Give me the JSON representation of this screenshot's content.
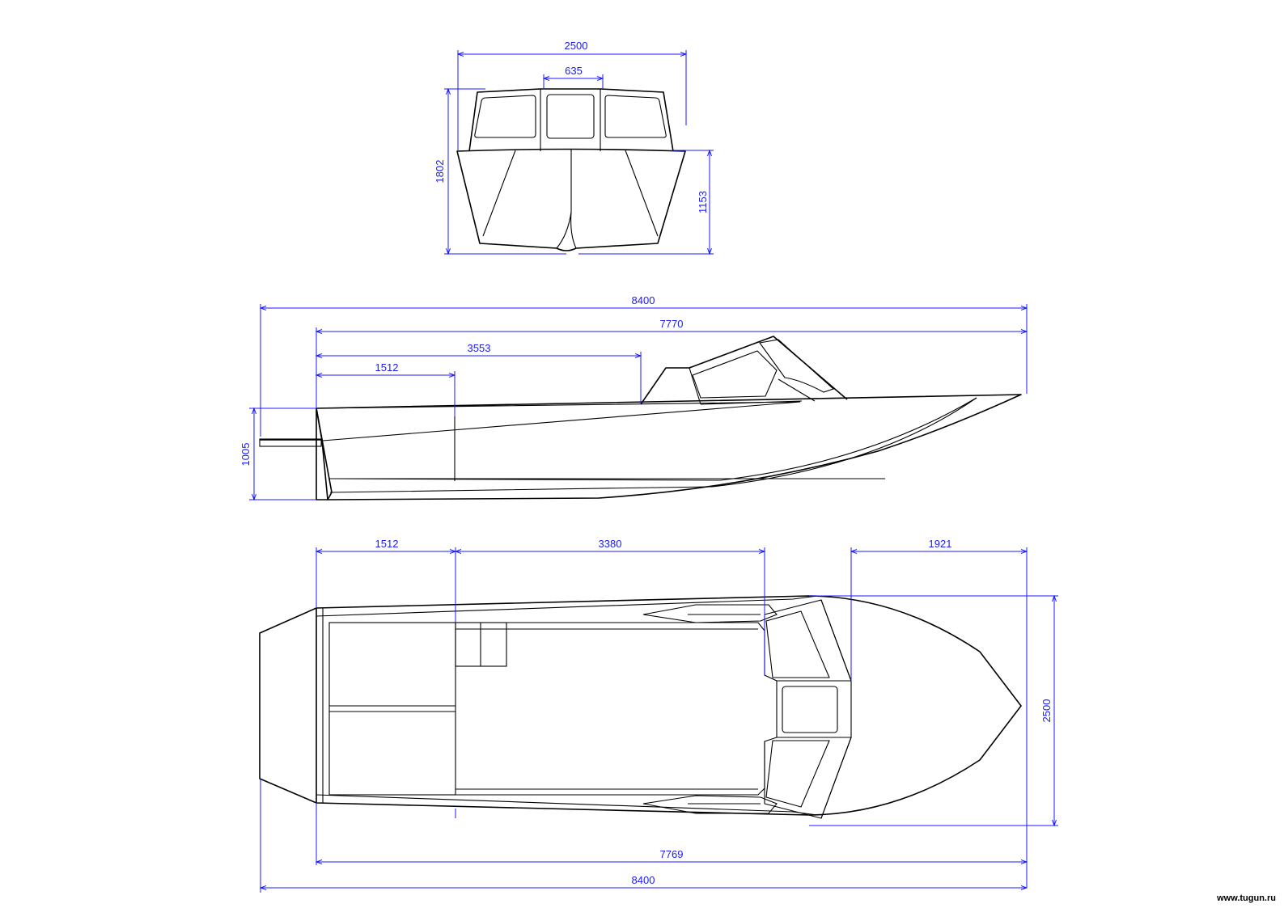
{
  "front_view": {
    "overall_width": "2500",
    "windshield_center": "635",
    "overall_height": "1802",
    "hull_height": "1153"
  },
  "side_view": {
    "overall_length": "8400",
    "hull_length": "7770",
    "to_windshield": "3553",
    "to_transom_mark": "1512",
    "height": "1005"
  },
  "top_view": {
    "aft_section": "1512",
    "cockpit": "3380",
    "bow_section": "1921",
    "beam": "2500",
    "hull_length": "7769",
    "overall_length": "8400"
  },
  "watermark": "www.tugun.ru"
}
